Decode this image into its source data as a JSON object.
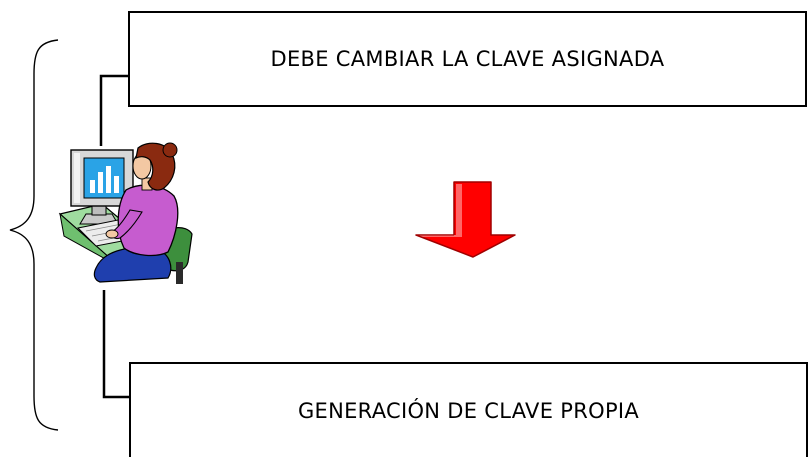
{
  "diagram": {
    "top_box": {
      "text": "DEBE CAMBIAR LA CLAVE ASIGNADA"
    },
    "bottom_box": {
      "text": "GENERACIÓN DE CLAVE PROPIA"
    },
    "arrow": {
      "direction": "down",
      "fill_color": "#ff0000",
      "highlight_color": "#ff8a8a"
    },
    "icons": {
      "brace": "left-curly-brace",
      "person": "woman-at-computer-clipart"
    }
  }
}
